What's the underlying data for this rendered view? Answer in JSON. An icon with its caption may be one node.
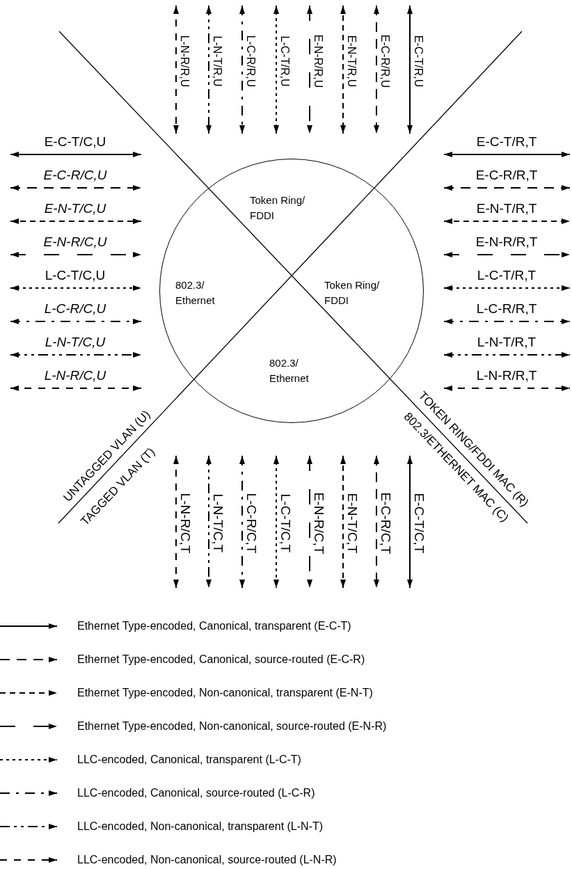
{
  "diagram": {
    "nodes": [
      {
        "text": [
          "Token Ring/ FDDI",
          "802.3/ Ethernet",
          "Token Ring/ FDDI",
          "802.3/ Ethernet"
        ]
      }
    ],
    "labels": [
      "L-N-R/R,U",
      "L-N-T/R,U",
      "L-C-R/R,U",
      "L-C-T/R,U",
      "E-N-R/R,U",
      "E-N-T/R,U",
      "E-C-R/R,U",
      "E-C-T/R,U",
      "E-C-T/C,U",
      "E-C-R/C,U",
      "E-N-T/C,U",
      "E-N-R/C,U",
      "L-C-T/C,U",
      "L-C-R/C,U",
      "L-N-T/C,U",
      "L-N-R/C,U",
      "E-C-T/R,T",
      "E-C-R/R,T",
      "E-N-T/R,T",
      "E-N-R/R,T",
      "L-C-T/R,T",
      "L-C-R/R,T",
      "L-N-T/R,T",
      "L-N-R/R,T",
      "UNTAGGED VLAN (U)",
      "TAGGED VLAN (T)",
      "TOKEN RING/FDDI MAC (R)",
      "802.3/ETHERNET MAC (C)",
      "L-N-R/C,T",
      "L-N-T/C,T",
      "L-C-R/C,T",
      "L-C-T/C,T",
      "E-N-R/C,T",
      "E-N-T/C,T",
      "E-C-R/C,T",
      "E-C-T/C,T"
    ],
    "legend": [
      {
        "text": "Ethernet Type-encoded, Canonical, transparent (E-C-T)"
      },
      {
        "text": "Ethernet Type-encoded, Canonical, source-routed (E-C-R)"
      },
      {
        "text": "Ethernet Type-encoded, Non-canonical, transparent (E-N-T)"
      },
      {
        "text": "Ethernet Type-encoded, Non-canonical, source-routed (E-N-R)"
      },
      {
        "text": "LLC-encoded, Canonical, transparent (L-C-T)"
      },
      {
        "text": "LLC-encoded, Canonical, source-routed (L-C-R)"
      },
      {
        "text": "LLC-encoded, Non-canonical, transparent (L-N-T)"
      },
      {
        "text": "LLC-encoded, Non-canonical, source-routed (L-N-R)"
      }
    ]
  }
}
